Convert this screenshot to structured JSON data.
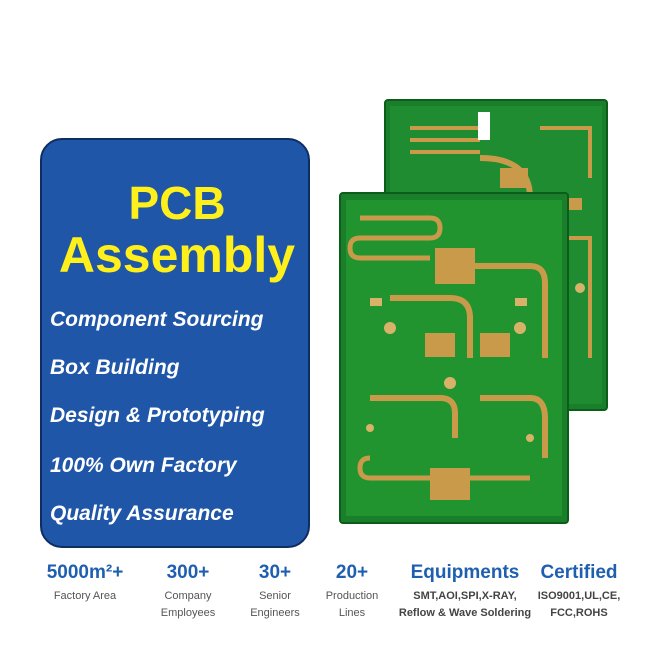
{
  "card": {
    "title_line1": "PCB",
    "title_line2": "Assembly",
    "features": [
      "Component Sourcing",
      "Box Building",
      "Design & Prototyping",
      "100% Own Factory",
      "Quality Assurance"
    ]
  },
  "stats": [
    {
      "value": "5000m²+",
      "label1": "Factory Area",
      "label2": ""
    },
    {
      "value": "300+",
      "label1": "Company",
      "label2": "Employees"
    },
    {
      "value": "30+",
      "label1": "Senior",
      "label2": "Engineers"
    },
    {
      "value": "20+",
      "label1": "Production",
      "label2": "Lines"
    },
    {
      "value": "Equipments",
      "label1": "SMT,AOI,SPI,X-RAY,",
      "label2": "Reflow & Wave Soldering"
    },
    {
      "value": "Certified",
      "label1": "ISO9001,UL,CE,",
      "label2": "FCC,ROHS"
    }
  ],
  "colors": {
    "card_blue": "#1f56a8",
    "title_yellow": "#ffef1a",
    "stat_blue": "#1f5fb0",
    "pcb_green": "#1e8a2e",
    "pcb_gold": "#c99a4a"
  },
  "image": {
    "name": "pcb-boards-image"
  }
}
